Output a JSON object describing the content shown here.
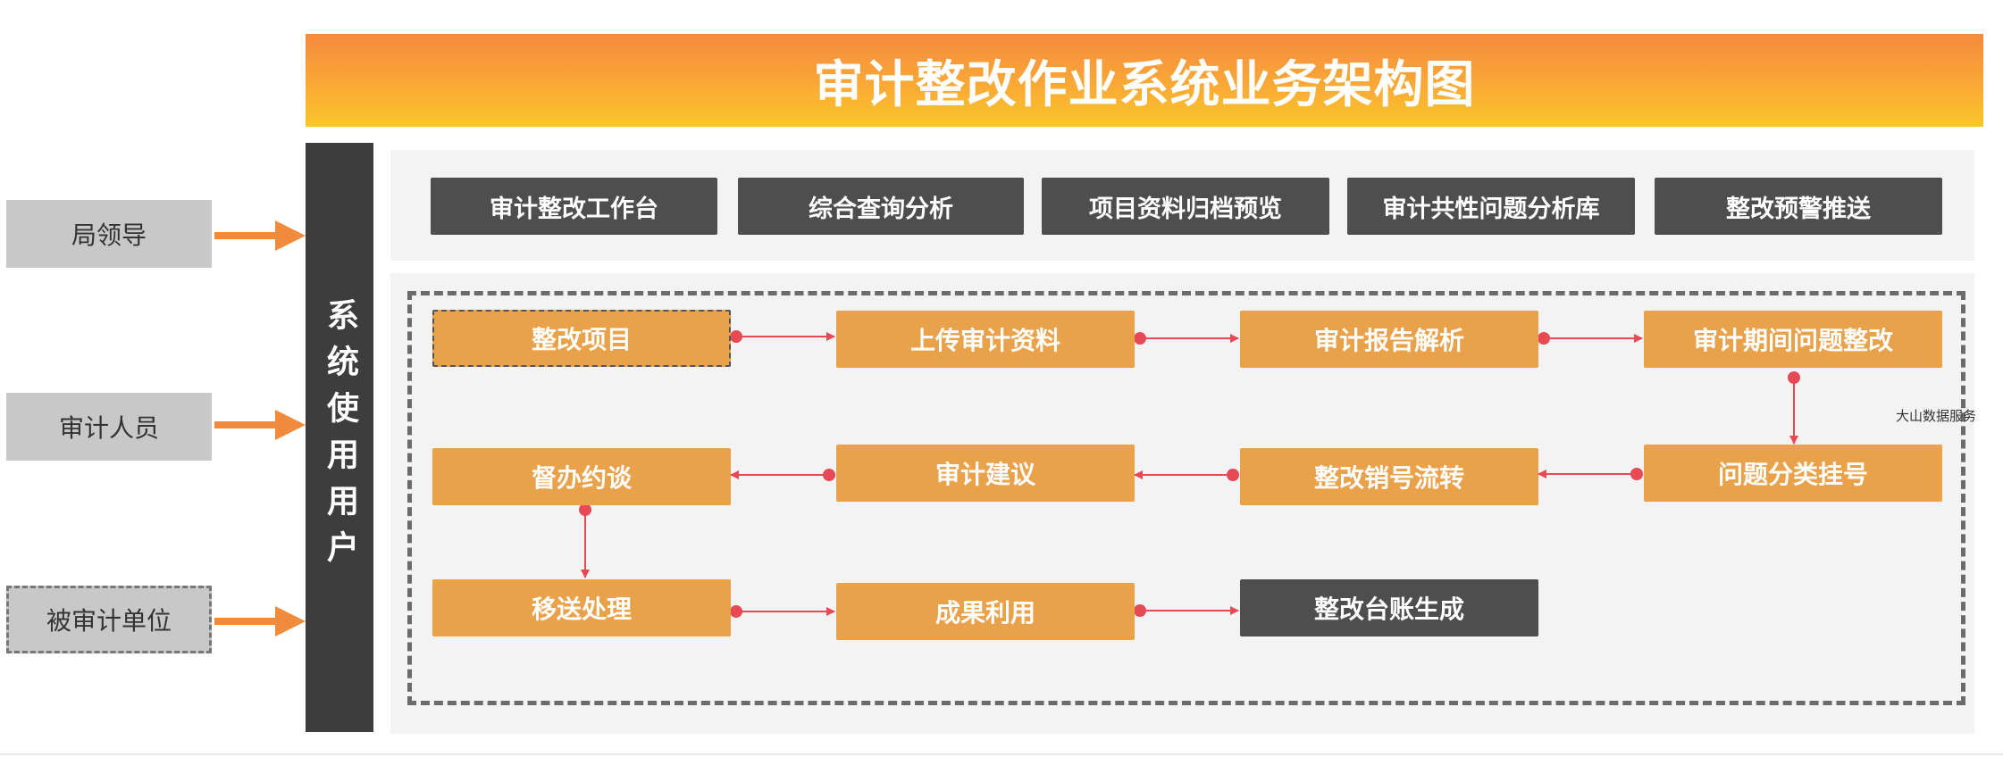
{
  "title": "审计整改作业系统业务架构图",
  "roles_bar": "系统使用用户",
  "users": [
    "局领导",
    "审计人员",
    "被审计单位"
  ],
  "functions": [
    "审计整改工作台",
    "综合查询分析",
    "项目资料归档预览",
    "审计共性问题分析库",
    "整改预警推送"
  ],
  "flow": {
    "row1": [
      "整改项目",
      "上传审计资料",
      "审计报告解析",
      "审计期间问题整改"
    ],
    "row2": [
      "督办约谈",
      "审计建议",
      "整改销号流转",
      "问题分类挂号"
    ],
    "row3": [
      "移送处理",
      "成果利用",
      "整改台账生成"
    ]
  },
  "watermark": "大山数据服务",
  "colors": {
    "banner_top": "#f68a3e",
    "banner_bottom": "#fbc62b",
    "node": "#e9a14a",
    "dark": "#4e4e4e",
    "connector": "#e84a55",
    "user_arrow": "#f08a3c"
  }
}
